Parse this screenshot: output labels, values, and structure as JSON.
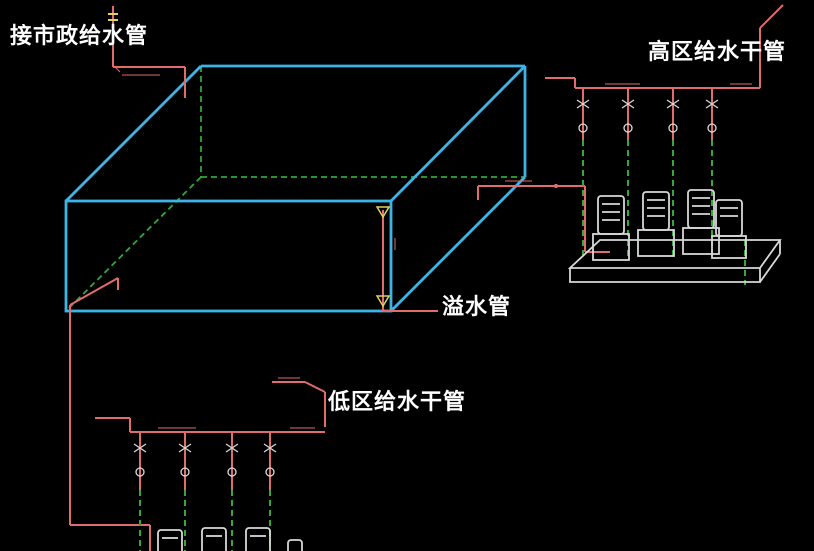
{
  "labels": {
    "municipal_supply": "接市政给水管",
    "high_zone_main": "高区给水干管",
    "overflow_pipe": "溢水管",
    "low_zone_main": "低区给水干管"
  },
  "colors": {
    "background": "#000000",
    "tank_outline": "#3cb4e6",
    "tank_hidden": "#2fa83a",
    "pipe": "#e06c6c",
    "riser": "#35a83a",
    "fixture": "#d8d8d8",
    "text": "#ffffff"
  }
}
